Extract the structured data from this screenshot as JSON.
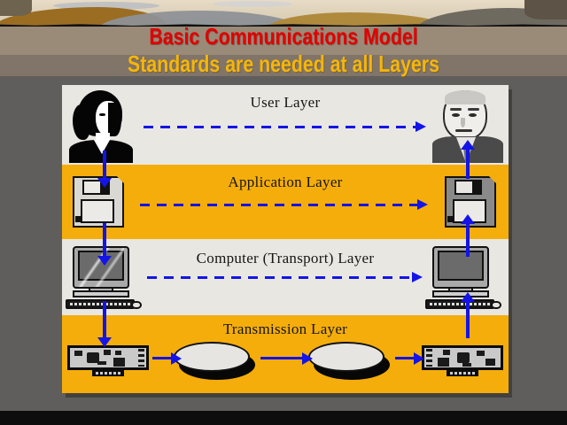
{
  "slide": {
    "title": "Basic Communications Model",
    "subtitle": "Standards are needed at all Layers",
    "title_color": "#e00000",
    "subtitle_color": "#f5b60b",
    "background_colors": [
      "#9a8a78",
      "#817468",
      "#605e5c",
      "#0d0d0d"
    ],
    "panel_background": "#e8e7e2",
    "accent_color": "#f5ad0b",
    "arrow_color": "#1414e6"
  },
  "layers": [
    {
      "name": "User Layer",
      "label": "User Layer",
      "background": "#e8e7e2",
      "left_icon": "woman-user-icon",
      "right_icon": "man-user-icon",
      "peer_link": "dashed"
    },
    {
      "name": "Application Layer",
      "label": "Application Layer",
      "background": "#f5ad0b",
      "left_icon": "floppy-disk-icon",
      "right_icon": "floppy-disk-icon",
      "peer_link": "dashed"
    },
    {
      "name": "Computer (Transport) Layer",
      "label": "Computer (Transport) Layer",
      "background": "#e8e7e2",
      "left_icon": "desktop-computer-icon",
      "right_icon": "desktop-computer-icon",
      "peer_link": "dashed"
    },
    {
      "name": "Transmission Layer",
      "label": "Transmission Layer",
      "background": "#f5ad0b",
      "left_icon": "network-card-icon",
      "right_icon": "network-card-icon",
      "middle_icons": [
        "satellite-dish-icon",
        "satellite-dish-icon"
      ],
      "peer_link": "solid-chain"
    }
  ]
}
